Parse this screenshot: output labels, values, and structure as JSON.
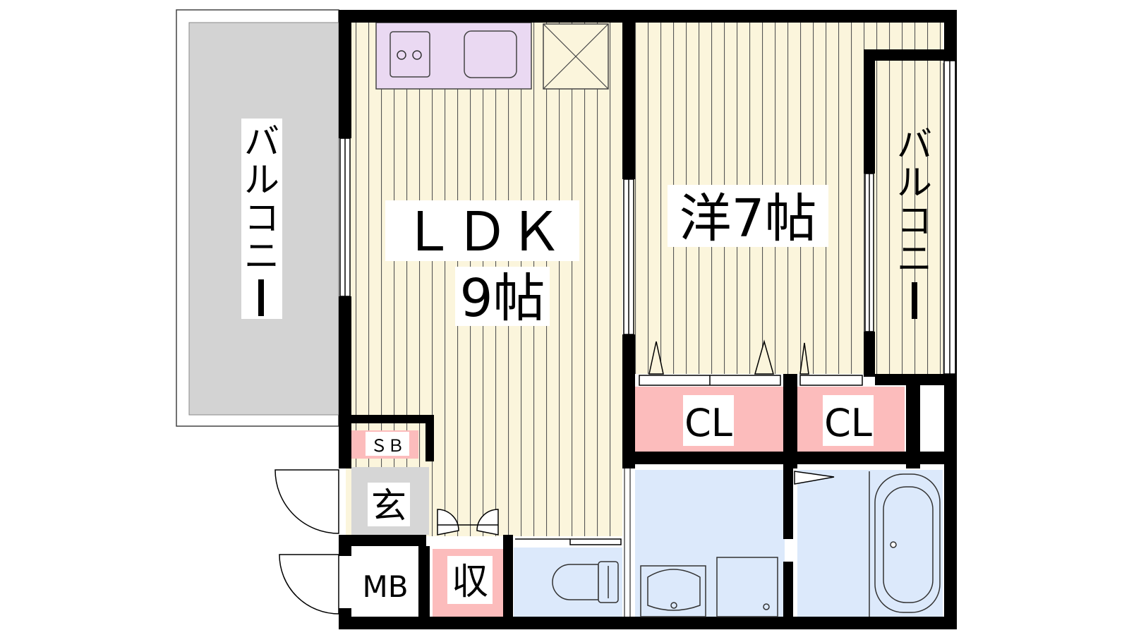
{
  "rooms": {
    "ldk_name": "ＬＤＫ",
    "ldk_size": "9帖",
    "western_room": "洋7帖",
    "closet_1": "CL",
    "closet_2": "CL",
    "shoe_box": "ＳＢ",
    "entrance": "玄",
    "meter_box": "MB",
    "storage": "収"
  },
  "balconies": {
    "left_chars": [
      "バ",
      "ル",
      "コ",
      "ニ",
      "ー"
    ],
    "right_chars": [
      "バ",
      "ル",
      "コ",
      "ニ",
      "ー"
    ]
  },
  "colors": {
    "floor": "#fbf5dc",
    "floor_line": "#555555",
    "wall": "#000000",
    "balcony": "#d3d3d3",
    "closet": "#fcbcbc",
    "kitchen": "#ead9f2",
    "wet_area": "#dce9fb",
    "entrance": "#d6d6d6"
  },
  "icons": [
    "stove-icon",
    "sink-icon",
    "fridge-space-icon",
    "toilet-icon",
    "washbasin-icon",
    "washer-icon",
    "bathtub-icon",
    "door-swing-icon"
  ]
}
